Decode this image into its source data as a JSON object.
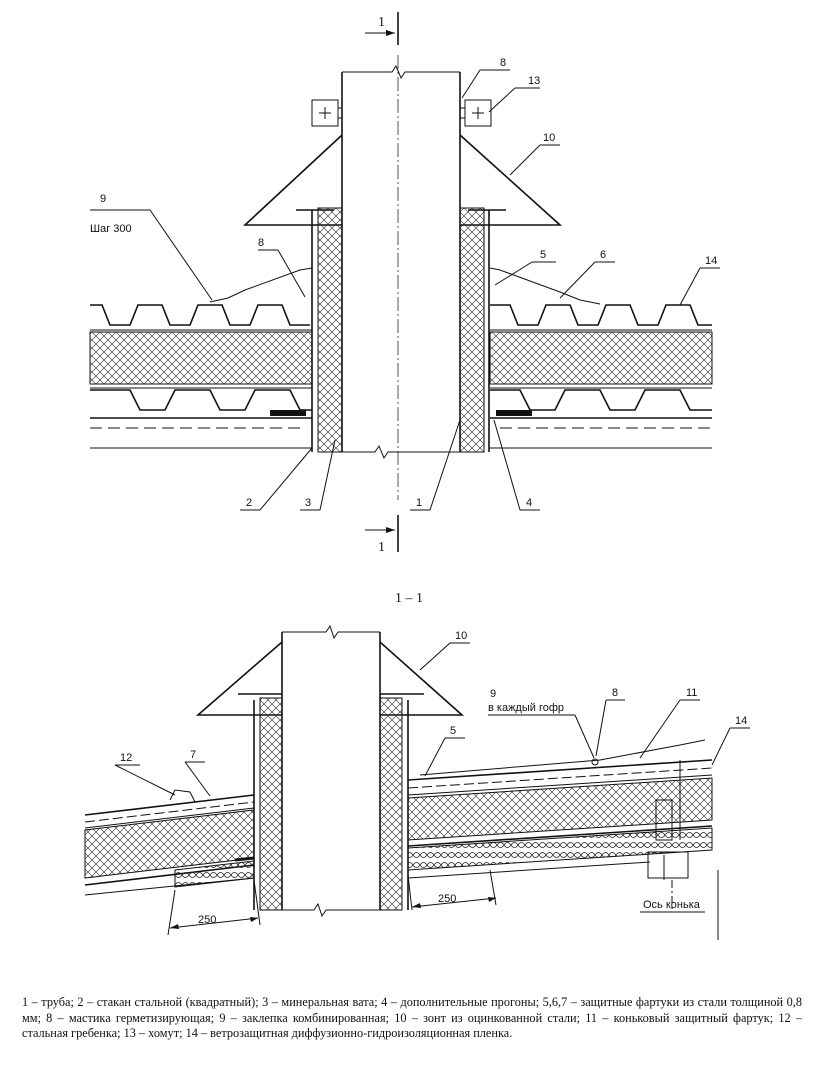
{
  "top_view": {
    "section_mark": "1",
    "labels": {
      "n1": "1",
      "n2": "2",
      "n3": "3",
      "n4": "4",
      "n5": "5",
      "n6": "6",
      "n8a": "8",
      "n8b": "8",
      "n9": "9",
      "n10": "10",
      "n13": "13",
      "n14": "14",
      "step": "Шаг 300"
    }
  },
  "section_view": {
    "title": "1 – 1",
    "labels": {
      "n5": "5",
      "n7": "7",
      "n8": "8",
      "n9": "9",
      "n10": "10",
      "n11": "11",
      "n12": "12",
      "n14": "14",
      "every_corrugation": "в каждый гофр",
      "dim_left": "250",
      "dim_right": "250",
      "ridge_axis": "Ось конька"
    }
  },
  "caption": "1 – труба; 2 – стакан стальной (квадратный); 3 – минеральная вата; 4 – дополнительные прогоны; 5,6,7 – защитные фартуки из стали толщиной 0,8 мм; 8 – мастика герметизирующая; 9 – заклепка комбинированная; 10 – зонт из оцинкованной стали; 11 – коньковый защитный фартук; 12 – стальная гребенка; 13 – хомут; 14 – ветрозащитная диффузионно-гидроизоляционная пленка."
}
